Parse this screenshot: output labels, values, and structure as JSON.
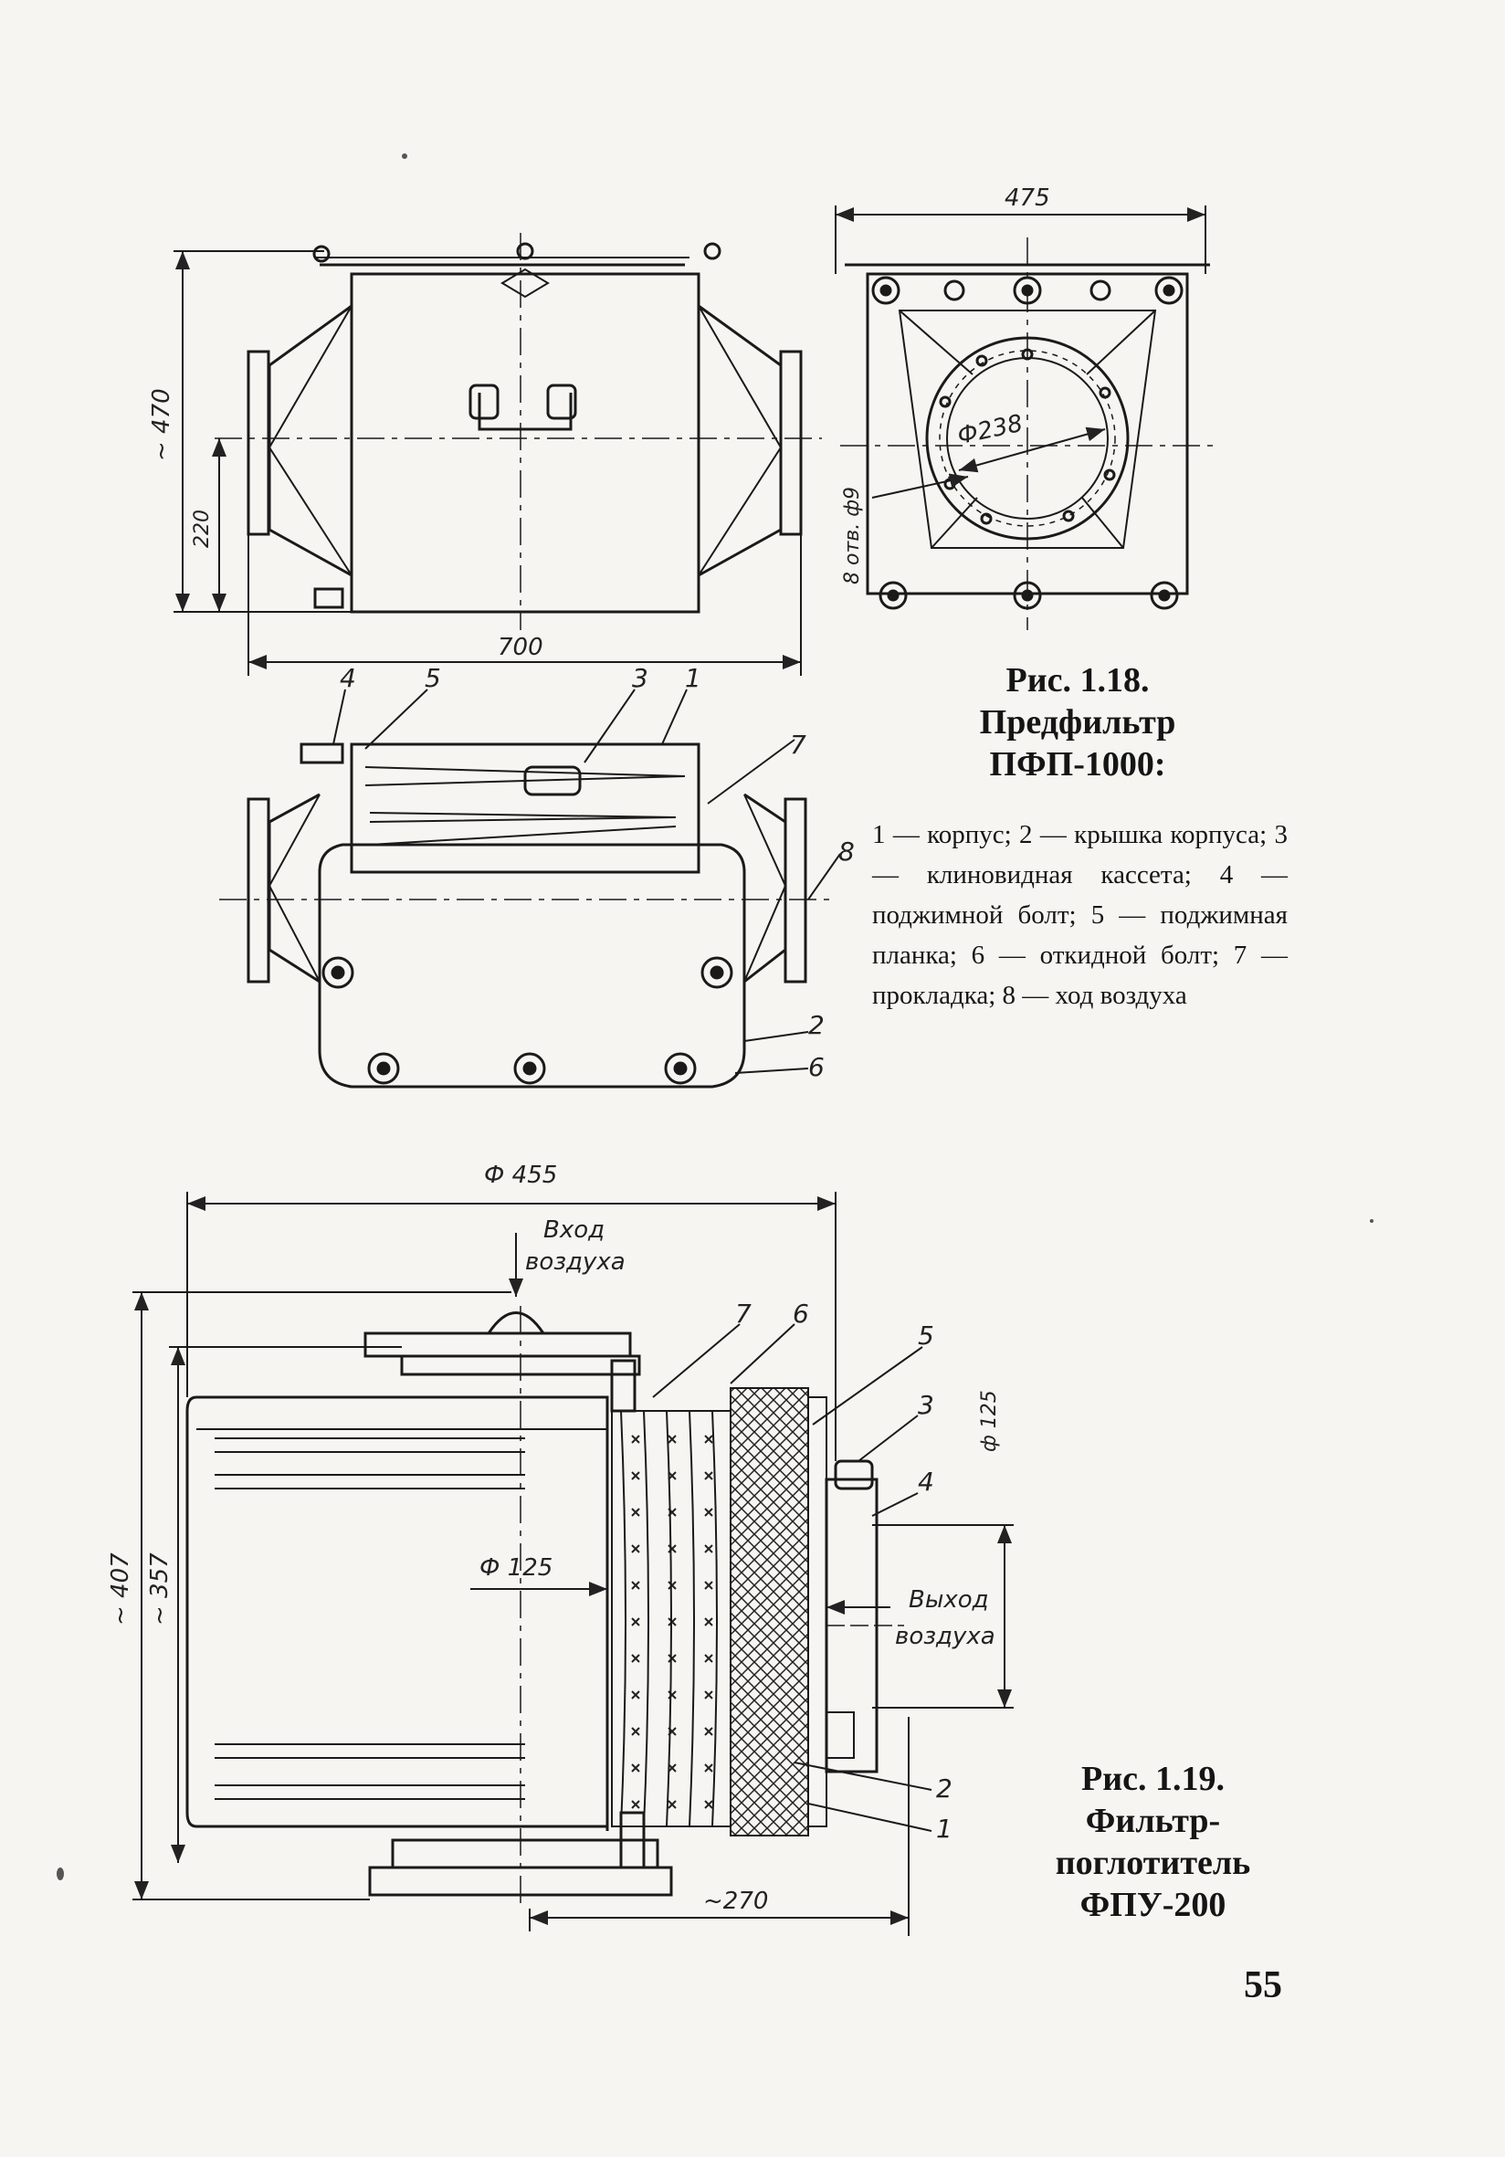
{
  "fig1": {
    "caption_line1": "Рис. 1.18.",
    "caption_line2": "Предфильтр",
    "caption_line3": "ПФП-1000:",
    "legend": [
      "1 — корпус;",
      "2 — крышка корпуса;",
      "3 — клиновидная кассета;",
      "4 — поджимной болт;",
      "5 — поджимная планка;",
      "6 — откидной болт;",
      "7 — прокладка;",
      "8 — ход воздуха"
    ],
    "dims": {
      "width_front": "475",
      "height": "~ 470",
      "axis_height": "220",
      "length": "700",
      "flange_dia": "Ф238",
      "holes": "8 отв. ф9"
    },
    "callouts": [
      "4",
      "5",
      "3",
      "1",
      "7",
      "8",
      "2",
      "6"
    ]
  },
  "fig2": {
    "caption_line1": "Рис. 1.19.",
    "caption_line2": "Фильтр-",
    "caption_line3": "поглотитель",
    "caption_line4": "ФПУ-200",
    "dims": {
      "diameter": "Ф 455",
      "height_outer": "~ 407",
      "height_inner": "~ 357",
      "inner_dia": "Ф 125",
      "outlet_dia": "ф 125",
      "depth": "~270"
    },
    "air_in_line1": "Вход",
    "air_in_line2": "воздуха",
    "air_out_line1": "Выход",
    "air_out_line2": "воздуха",
    "callouts": [
      "7",
      "6",
      "5",
      "3",
      "4",
      "2",
      "1"
    ]
  },
  "page_number": "55",
  "colors": {
    "ink": "#151515",
    "paper": "#f6f5f1"
  }
}
